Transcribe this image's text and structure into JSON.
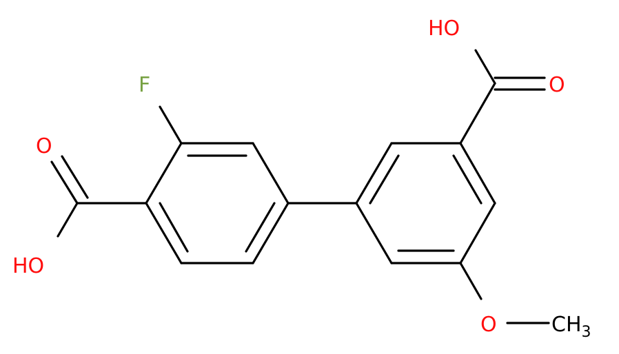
{
  "colors": {
    "bond": "#000000",
    "oxygen": "#ff0d0d",
    "fluorine": "#77a142",
    "carbon_label": "#000000"
  },
  "atoms": {
    "ho_top_right": "HO",
    "o_top_right": "O",
    "f": "F",
    "o_left": "O",
    "ho_left": "HO",
    "o_methoxy": "O",
    "ch3_c": "CH",
    "ch3_sub": "3"
  }
}
